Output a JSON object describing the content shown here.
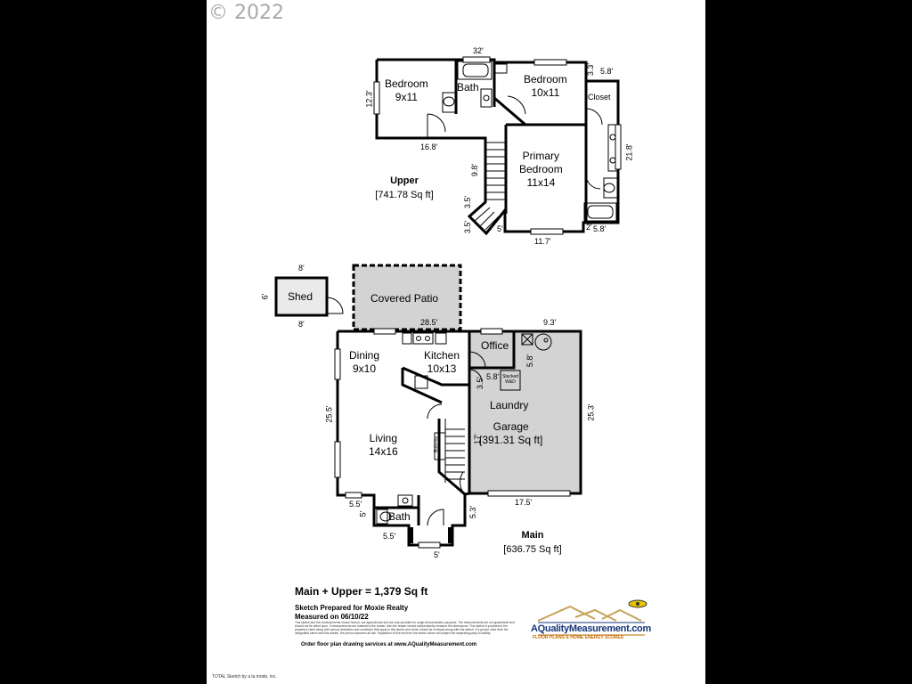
{
  "copyright": "© 2022",
  "upper": {
    "title": "Upper",
    "area": "[741.78 Sq ft]",
    "rooms": {
      "bedroom1_name": "Bedroom",
      "bedroom1_size": "9x11",
      "bath_name": "Bath",
      "bedroom2_name": "Bedroom",
      "bedroom2_size": "10x11",
      "closet": "Closet",
      "primary_line1": "Primary",
      "primary_line2": "Bedroom",
      "primary_size": "11x14"
    },
    "dims": {
      "top": "32'",
      "left": "12.3'",
      "bottom_left": "16.8'",
      "stair_h": "9.8'",
      "stair_a": "3.5'",
      "stair_b": "3.5'",
      "stair_c": "5'",
      "closet_top": "5.8'",
      "closet_side": "3.3'",
      "right": "21.8'",
      "bottom_right": "5.8'",
      "bottom_small": "2'",
      "bottom": "11.7'"
    }
  },
  "main": {
    "title": "Main",
    "area": "[636.75 Sq ft]",
    "rooms": {
      "shed": "Shed",
      "patio": "Covered Patio",
      "office": "Office",
      "dining_name": "Dining",
      "dining_size": "9x10",
      "kitchen_name": "Kitchen",
      "kitchen_size": "10x13",
      "stacked": "Stacked W&D",
      "laundry": "Laundry",
      "garage_name": "Garage",
      "garage_area": "[391.31 Sq ft]",
      "living_name": "Living",
      "living_size": "14x16",
      "bath": "Bath",
      "builtins": "Built-ins"
    },
    "dims": {
      "shed_top": "8'",
      "shed_bottom": "8'",
      "shed_side": "6'",
      "patio": "28.5'",
      "garage_top": "9.3'",
      "office_side": "5.8'",
      "kitchen_a": "5.8'",
      "kitchen_b": "3.5'",
      "garage_right": "25.3'",
      "left": "25.5'",
      "stair": "17'",
      "garage_bottom": "17.5'",
      "bath_a": "5.5'",
      "bath_b": "5'",
      "bath_c": "5.5'",
      "bath_d": "5.3'",
      "entry": "5'"
    }
  },
  "summary": {
    "total": "Main + Upper = 1,379 Sq ft",
    "prepared": "Sketch Prepared for Moxie Realty",
    "measured": "Measured on 06/10/22",
    "disclaimer": "This sketch and the measurements shown hereon, are approximate and are only provided for rough demonstrative purposes. The measurements are not guaranteed and should not be relied upon. If measurements are material to the reader, then the reader should independently measure the dimensions. This sketch is provided to the property's client along with various limitations and conditions that apply to this sketch and which should be reviewed along with this sketch. If a person other than the designated client uses this sketch, the person assumes all risk. Separation of this text from the sketch above will subject the separating party to liability.",
    "order": "Order floor plan drawing services at www.AQualityMeasurement.com"
  },
  "logo": {
    "name": "AQualityMeasurement.com",
    "sub": "FLOOR PLANS & HOME ENERGY SCORES"
  },
  "footer": "TOTAL Sketch by a la mode, inc."
}
